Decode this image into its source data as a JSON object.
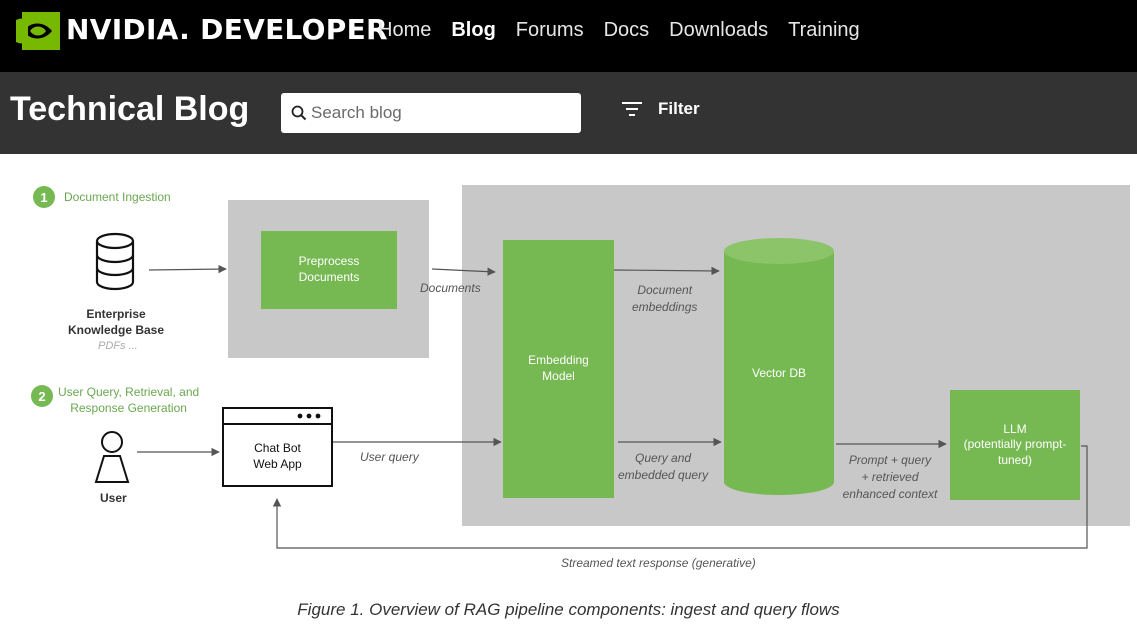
{
  "nav": {
    "brand": "NVIDIA. DEVELOPER",
    "links": [
      {
        "label": "Home",
        "active": false
      },
      {
        "label": "Blog",
        "active": true
      },
      {
        "label": "Forums",
        "active": false
      },
      {
        "label": "Docs",
        "active": false
      },
      {
        "label": "Downloads",
        "active": false
      },
      {
        "label": "Training",
        "active": false
      }
    ]
  },
  "blog": {
    "title": "Technical Blog",
    "search_placeholder": "Search blog",
    "filter_label": "Filter"
  },
  "diagram": {
    "step1_number": "1",
    "step1_label": "Document Ingestion",
    "kb_label_line1": "Enterprise",
    "kb_label_line2": "Knowledge Base",
    "kb_sublabel": "PDFs ...",
    "preprocess_line1": "Preprocess",
    "preprocess_line2": "Documents",
    "documents_label": "Documents",
    "embedding_line1": "Embedding",
    "embedding_line2": "Model",
    "doc_embeddings_line1": "Document",
    "doc_embeddings_line2": "embeddings",
    "vector_db_label": "Vector DB",
    "step2_number": "2",
    "step2_line1": "User Query, Retrieval, and",
    "step2_line2": "Response Generation",
    "user_label": "User",
    "chatbot_line1": "Chat Bot",
    "chatbot_line2": "Web App",
    "user_query_label": "User query",
    "query_embedded_line1": "Query and",
    "query_embedded_line2": "embedded query",
    "prompt_line1": "Prompt + query",
    "prompt_line2": "+ retrieved",
    "prompt_line3": "enhanced context",
    "llm_line1": "LLM",
    "llm_line2": "(potentially prompt-",
    "llm_line3": "tuned)",
    "streamed_label": "Streamed text response (generative)",
    "colors": {
      "green": "#76b852",
      "gray_panel": "#c8c8c8",
      "arrow": "#555555"
    }
  },
  "caption": "Figure 1. Overview of RAG pipeline components: ingest and query flows"
}
